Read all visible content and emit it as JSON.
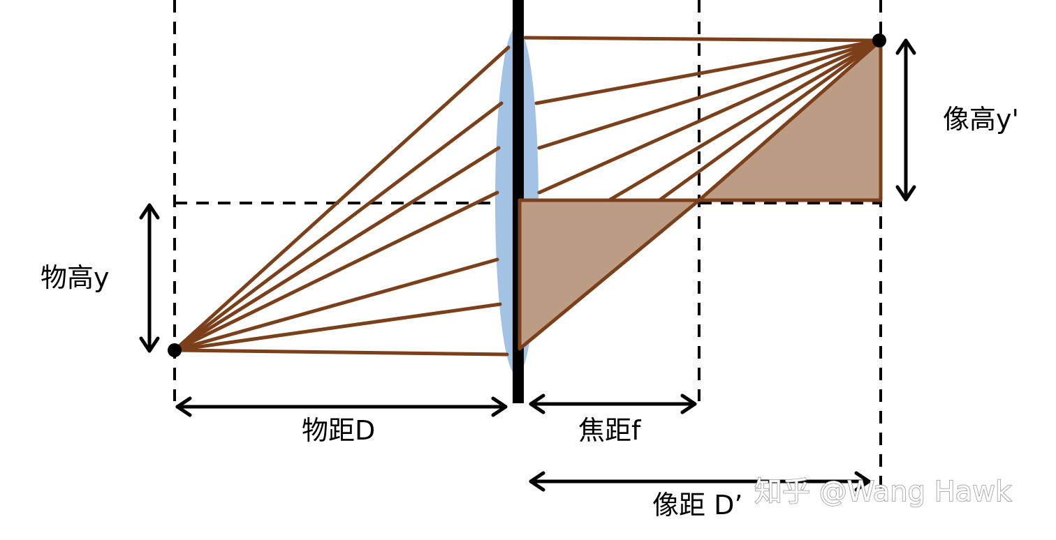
{
  "labels": {
    "object_height": "物高y",
    "image_height": "像高y'",
    "object_distance": "物距D",
    "focal_length": "焦距f",
    "image_distance": "像距 D’"
  },
  "watermark": "知乎 @Wang Hawk",
  "colors": {
    "ray": "#7b3f1a",
    "triangle_fill": "#bc9c84",
    "lens": "#a4c2e3",
    "line": "#000000"
  }
}
